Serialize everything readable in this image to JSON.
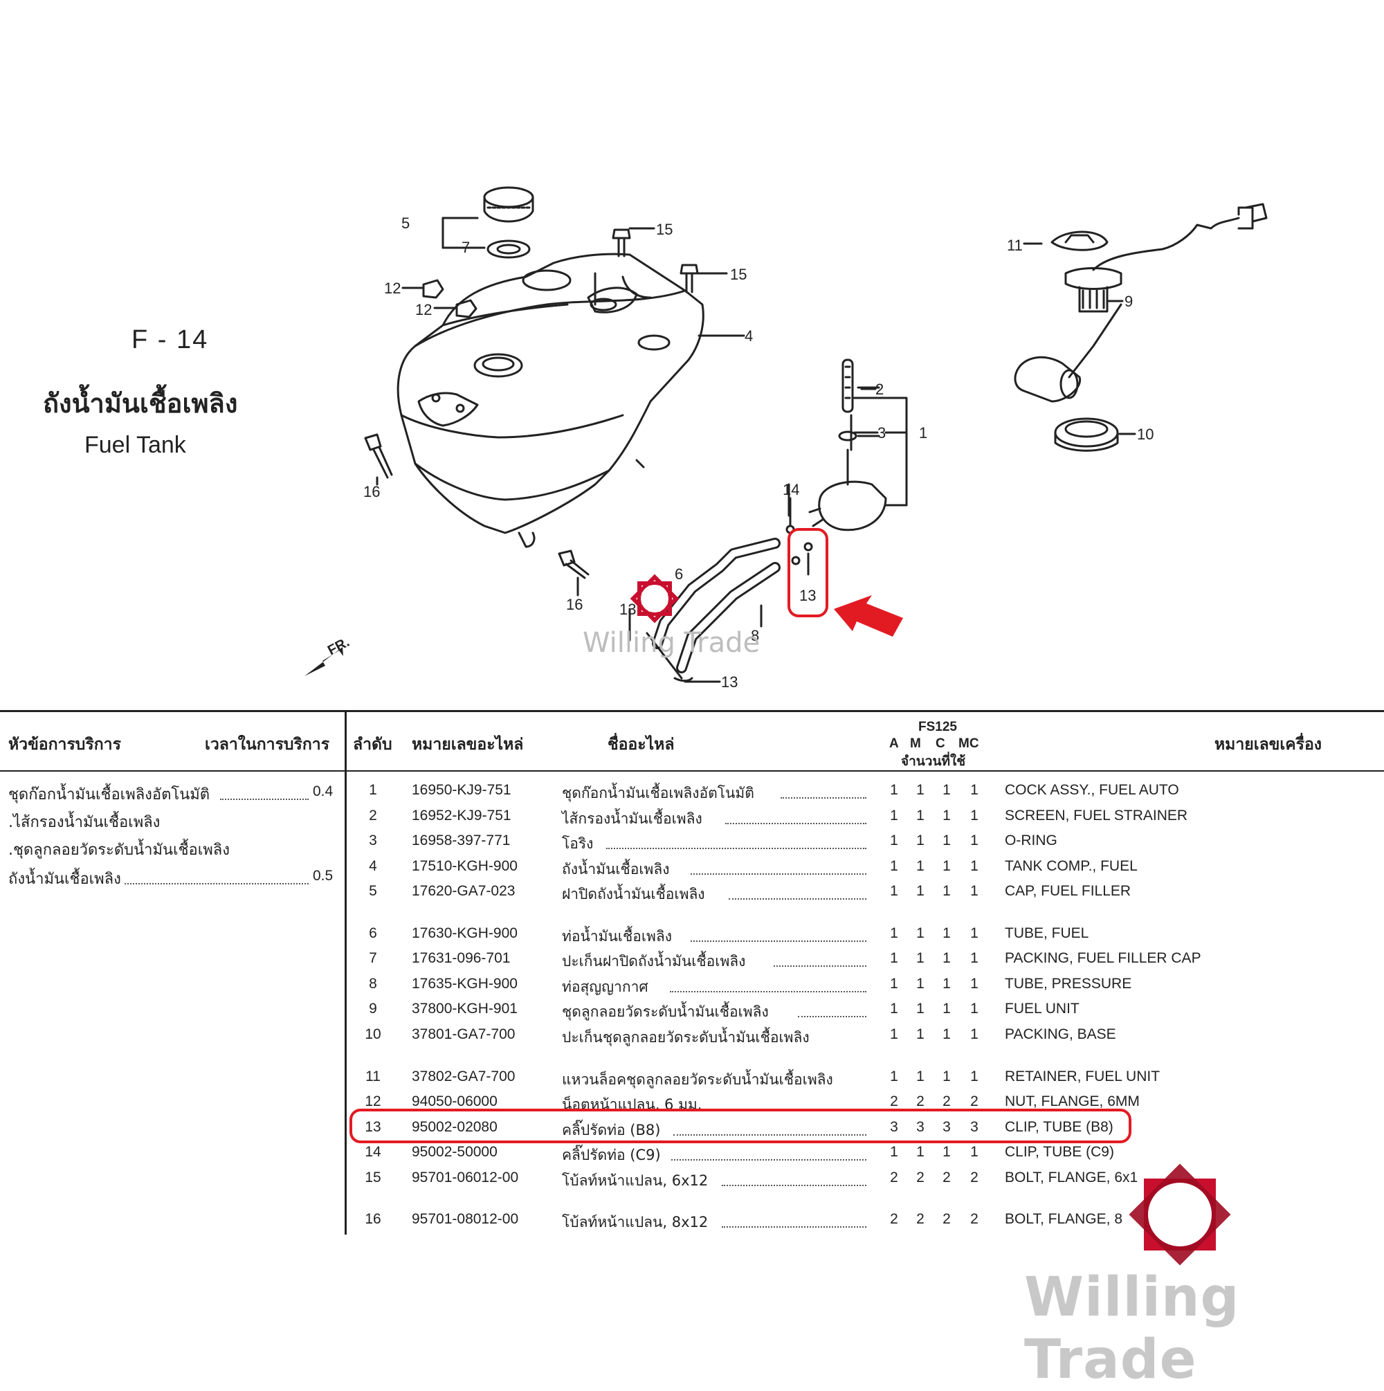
{
  "section": {
    "code": "F - 14",
    "title_th": "ถังน้ำมันเชื้อเพลิง",
    "title_en": "Fuel Tank"
  },
  "diagram": {
    "callouts": {
      "c1": "1",
      "c2": "2",
      "c3": "3",
      "c4": "4",
      "c5": "5",
      "c6": "6",
      "c7": "7",
      "c8": "8",
      "c9": "9",
      "c10": "10",
      "c11": "11",
      "c12a": "12",
      "c12b": "12",
      "c13a": "13",
      "c13b": "13",
      "c13c": "13",
      "c14": "14",
      "c15a": "15",
      "c15b": "15",
      "c16a": "16",
      "c16b": "16"
    },
    "front_label": "FR.",
    "watermark": "Willing Trade"
  },
  "table": {
    "headers": {
      "service_topic": "หัวข้อการบริการ",
      "service_time": "เวลาในการบริการ",
      "seq": "ลำดับ",
      "part_no": "หมายเลขอะไหล่",
      "part_name": "ชื่ออะไหล่",
      "model": "FS125",
      "qty_cols": [
        "A",
        "M",
        "C",
        "MC"
      ],
      "qty_label": "จำนวนที่ใช้",
      "engine_no": "หมายเลขเครื่อง"
    },
    "service_items": [
      {
        "name": "ชุดก๊อกน้ำมันเชื้อเพลิงอัตโนมัติ",
        "time": "0.4"
      },
      {
        "name": ".ไส้กรองน้ำมันเชื้อเพลิง",
        "time": ""
      },
      {
        "name": ".ชุดลูกลอยวัดระดับน้ำมันเชื้อเพลิง",
        "time": ""
      },
      {
        "name": "ถังน้ำมันเชื้อเพลิง",
        "time": "0.5"
      }
    ],
    "rows": [
      {
        "seq": "1",
        "part_no": "16950-KJ9-751",
        "name_th": "ชุดก๊อกน้ำมันเชื้อเพลิงอัตโนมัติ",
        "qty": [
          "1",
          "1",
          "1",
          "1"
        ],
        "name_en": "COCK ASSY., FUEL AUTO"
      },
      {
        "seq": "2",
        "part_no": "16952-KJ9-751",
        "name_th": "ไส้กรองน้ำมันเชื้อเพลิง",
        "qty": [
          "1",
          "1",
          "1",
          "1"
        ],
        "name_en": "SCREEN, FUEL STRAINER"
      },
      {
        "seq": "3",
        "part_no": "16958-397-771",
        "name_th": "โอริง",
        "qty": [
          "1",
          "1",
          "1",
          "1"
        ],
        "name_en": "O-RING"
      },
      {
        "seq": "4",
        "part_no": "17510-KGH-900",
        "name_th": "ถังน้ำมันเชื้อเพลิง",
        "qty": [
          "1",
          "1",
          "1",
          "1"
        ],
        "name_en": "TANK COMP., FUEL"
      },
      {
        "seq": "5",
        "part_no": "17620-GA7-023",
        "name_th": "ฝาปิดถังน้ำมันเชื้อเพลิง",
        "qty": [
          "1",
          "1",
          "1",
          "1"
        ],
        "name_en": "CAP, FUEL FILLER"
      },
      {
        "seq": "6",
        "part_no": "17630-KGH-900",
        "name_th": "ท่อน้ำมันเชื้อเพลิง",
        "qty": [
          "1",
          "1",
          "1",
          "1"
        ],
        "name_en": "TUBE, FUEL"
      },
      {
        "seq": "7",
        "part_no": "17631-096-701",
        "name_th": "ปะเก็นฝาปิดถังน้ำมันเชื้อเพลิง",
        "qty": [
          "1",
          "1",
          "1",
          "1"
        ],
        "name_en": "PACKING, FUEL FILLER CAP"
      },
      {
        "seq": "8",
        "part_no": "17635-KGH-900",
        "name_th": "ท่อสุญญากาศ",
        "qty": [
          "1",
          "1",
          "1",
          "1"
        ],
        "name_en": "TUBE, PRESSURE"
      },
      {
        "seq": "9",
        "part_no": "37800-KGH-901",
        "name_th": "ชุดลูกลอยวัดระดับน้ำมันเชื้อเพลิง",
        "qty": [
          "1",
          "1",
          "1",
          "1"
        ],
        "name_en": "FUEL UNIT"
      },
      {
        "seq": "10",
        "part_no": "37801-GA7-700",
        "name_th": "ปะเก็นชุดลูกลอยวัดระดับน้ำมันเชื้อเพลิง",
        "qty": [
          "1",
          "1",
          "1",
          "1"
        ],
        "name_en": "PACKING, BASE"
      },
      {
        "seq": "11",
        "part_no": "37802-GA7-700",
        "name_th": "แหวนล็อคชุดลูกลอยวัดระดับน้ำมันเชื้อเพลิง",
        "qty": [
          "1",
          "1",
          "1",
          "1"
        ],
        "name_en": "RETAINER, FUEL UNIT"
      },
      {
        "seq": "12",
        "part_no": "94050-06000",
        "name_th": "น็อตหน้าแปลน, 6 มม.",
        "qty": [
          "2",
          "2",
          "2",
          "2"
        ],
        "name_en": "NUT, FLANGE, 6MM"
      },
      {
        "seq": "13",
        "part_no": "95002-02080",
        "name_th": "คลิ๊ปรัดท่อ (B8)",
        "qty": [
          "3",
          "3",
          "3",
          "3"
        ],
        "name_en": "CLIP, TUBE (B8)"
      },
      {
        "seq": "14",
        "part_no": "95002-50000",
        "name_th": "คลิ๊ปรัดท่อ (C9)",
        "qty": [
          "1",
          "1",
          "1",
          "1"
        ],
        "name_en": "CLIP, TUBE (C9)"
      },
      {
        "seq": "15",
        "part_no": "95701-06012-00",
        "name_th": "โบ้ลท์หน้าแปลน, 6x12",
        "qty": [
          "2",
          "2",
          "2",
          "2"
        ],
        "name_en": "BOLT, FLANGE, 6x1"
      },
      {
        "seq": "16",
        "part_no": "95701-08012-00",
        "name_th": "โบ้ลท์หน้าแปลน, 8x12",
        "qty": [
          "2",
          "2",
          "2",
          "2"
        ],
        "name_en": "BOLT, FLANGE, 8"
      }
    ]
  },
  "brand": {
    "watermark": "Willing Trade",
    "logo_color": "#c8102e",
    "highlight_color": "#e21b23"
  }
}
